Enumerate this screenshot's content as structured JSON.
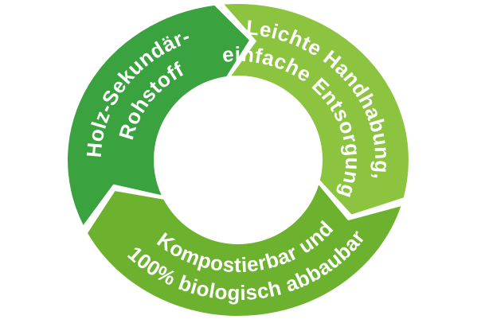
{
  "page": {
    "background": "#ffffff"
  },
  "diagram": {
    "type": "cycle-ring",
    "direction": "clockwise",
    "text_color": "#ffffff",
    "segments": [
      {
        "id": "holz-sekundaer-rohstoff",
        "label": "Holz-Sekundär-Rohstoff",
        "lines": [
          "Holz-Sekundär-",
          "Rohstoff"
        ],
        "color": "#3aa23f",
        "trail_angle": 204.7,
        "lead_angle": 98,
        "text_center_angle": 146,
        "text_orientation": "outward"
      },
      {
        "id": "leichte-handhabung",
        "label": "Leichte Handhabung, einfache Entsorgung",
        "lines": [
          "Leichte Handhabung,",
          "einfache Entsorgung"
        ],
        "color": "#8cc440",
        "trail_angle": 94.7,
        "lead_angle": -14,
        "text_center_angle": 38,
        "text_orientation": "outward"
      },
      {
        "id": "kompostierbar",
        "label": "Kompostierbar und 100% biologisch abbaubar",
        "lines": [
          "Kompostierbar und",
          "100% biologisch abbaubar"
        ],
        "color": "#6cb22e",
        "trail_angle": -17.3,
        "lead_angle": -152,
        "text_center_angle": -85,
        "text_orientation": "inward"
      }
    ]
  }
}
